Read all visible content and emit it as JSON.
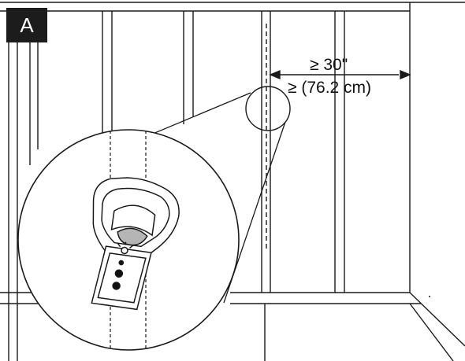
{
  "figure": {
    "panel_label": "A",
    "measurement": {
      "imperial": "≥ 30\"",
      "metric": "≥ (76.2 cm)"
    }
  },
  "colors": {
    "line": "#1a1a1a",
    "label_bg": "#1c1c1c",
    "label_fg": "#ffffff",
    "device_window": "#b5b5b5",
    "led_dark": "#111111"
  },
  "icons": {
    "stud_finder": "stud-finder-icon",
    "magnifier": "magnifier-circle",
    "dimension": "dimension-arrow-icon"
  }
}
